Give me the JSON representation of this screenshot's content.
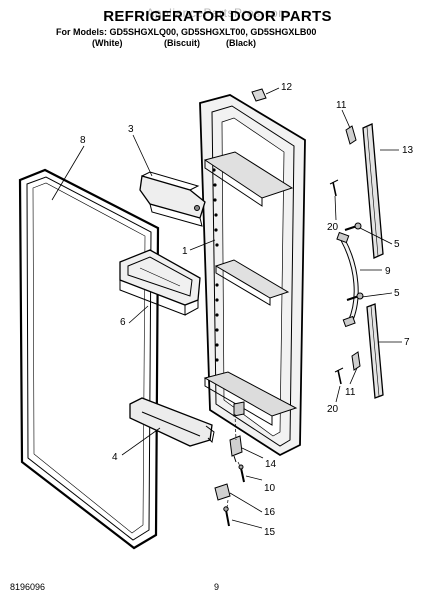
{
  "header": {
    "watermark": "AppliancePartsPros.com",
    "title": "REFRIGERATOR DOOR PARTS",
    "models_line": "For Models: GD5SHGXLQ00, GD5SHGXLT00, GD5SHGXLB00",
    "colors": [
      "(White)",
      "(Biscuit)",
      "(Black)"
    ]
  },
  "callouts": [
    {
      "id": "c1",
      "label": "1"
    },
    {
      "id": "c3",
      "label": "3"
    },
    {
      "id": "c4",
      "label": "4"
    },
    {
      "id": "c5a",
      "label": "5"
    },
    {
      "id": "c5b",
      "label": "5"
    },
    {
      "id": "c6",
      "label": "6"
    },
    {
      "id": "c7",
      "label": "7"
    },
    {
      "id": "c8",
      "label": "8"
    },
    {
      "id": "c9",
      "label": "9"
    },
    {
      "id": "c10",
      "label": "10"
    },
    {
      "id": "c11a",
      "label": "11"
    },
    {
      "id": "c11b",
      "label": "11"
    },
    {
      "id": "c12",
      "label": "12"
    },
    {
      "id": "c13",
      "label": "13"
    },
    {
      "id": "c14",
      "label": "14"
    },
    {
      "id": "c15",
      "label": "15"
    },
    {
      "id": "c16",
      "label": "16"
    },
    {
      "id": "c20a",
      "label": "20"
    },
    {
      "id": "c20b",
      "label": "20"
    }
  ],
  "footer": {
    "doc_number": "8196096",
    "page_number": "9"
  }
}
